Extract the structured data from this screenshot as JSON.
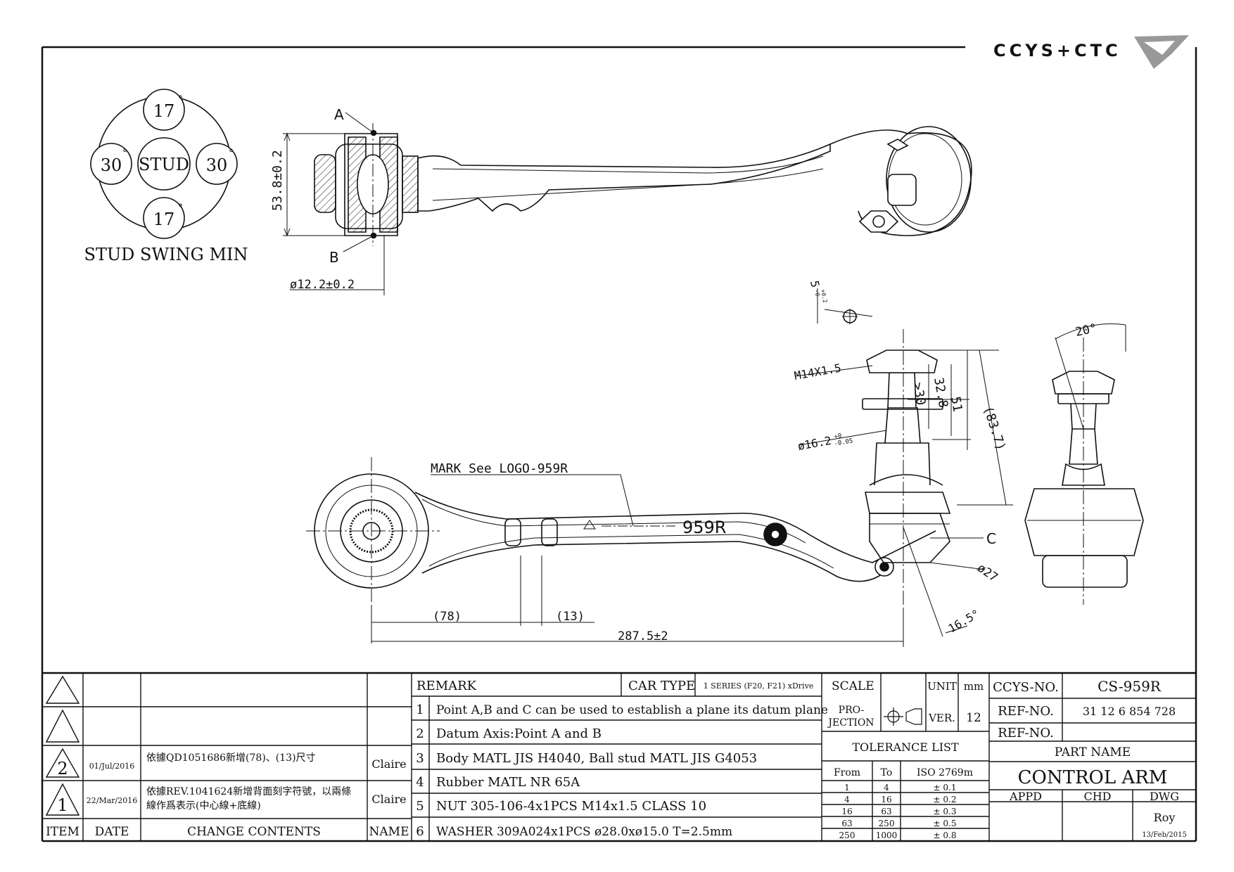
{
  "logo": {
    "text": "CCYS+CTC"
  },
  "stud_swing": {
    "top": "17",
    "bottom": "17",
    "left": "30",
    "right": "30",
    "center": "STUD",
    "degree": "°",
    "caption": "STUD SWING MIN"
  },
  "dims": {
    "point_a": "A",
    "point_b": "B",
    "point_c": "C",
    "height_53_8": "53.8±0.2",
    "dia_12_2": "ø12.2±0.2",
    "tol_5": "5",
    "tol_5_sup": "+0.2",
    "tol_5_sub": "-0",
    "m14": "M14X1.5",
    "gt30": ">30",
    "d32_8": "32.8",
    "d51": "51",
    "d83_7": "(83.7)",
    "dia16_2": "ø16.2",
    "dia16_2_sup": "+0",
    "dia16_2_sub": "-0.05",
    "mark": "MARK See LOGO-959R",
    "part_mark": "959R",
    "dia27": "ø27",
    "d78": "(78)",
    "d13": "(13)",
    "d287_5": "287.5±2",
    "ang16_5": "16.5°",
    "ang20": "20°"
  },
  "revisions": {
    "headers": {
      "item": "ITEM",
      "date": "DATE",
      "contents": "CHANGE CONTENTS",
      "name": "NAME"
    },
    "rows": [
      {
        "item": "2",
        "date": "01/Jul/2016",
        "contents": "依據QD1051686新增(78)、(13)尺寸",
        "name": "Claire"
      },
      {
        "item": "1",
        "date": "22/Mar/2016",
        "contents_line1": "依據REV.1041624新增背面刻字符號，以兩條",
        "contents_line2": "線作爲表示(中心線+底線)",
        "name": "Claire"
      }
    ]
  },
  "remarks": {
    "header": "REMARK",
    "car_type_label": "CAR TYPE",
    "car_type": "1 SERIES (F20, F21) xDrive",
    "items": [
      {
        "no": "1",
        "text": "Point A,B and C can be used to establish a plane its datum plane"
      },
      {
        "no": "2",
        "text": "Datum Axis:Point A and B"
      },
      {
        "no": "3",
        "text": "Body MATL JIS H4040, Ball stud MATL JIS G4053"
      },
      {
        "no": "4",
        "text": "Rubber MATL NR 65A"
      },
      {
        "no": "5",
        "text": "NUT 305-106-4x1PCS M14x1.5 CLASS 10"
      },
      {
        "no": "6",
        "text": "WASHER 309A024x1PCS ø28.0xø15.0 T=2.5mm"
      }
    ]
  },
  "title_block": {
    "scale": "SCALE",
    "unit": "UNIT",
    "unit_value": "mm",
    "projection_l1": "PRO-",
    "projection_l2": "JECTION",
    "ver_label": "VER.",
    "ver_value": "12",
    "tolerance_title": "TOLERANCE LIST",
    "tol_from": "From",
    "tol_to": "To",
    "tol_iso": "ISO 2769m",
    "tolerances": [
      {
        "from": "1",
        "to": "4",
        "tol": "± 0.1"
      },
      {
        "from": "4",
        "to": "16",
        "tol": "± 0.2"
      },
      {
        "from": "16",
        "to": "63",
        "tol": "± 0.3"
      },
      {
        "from": "63",
        "to": "250",
        "tol": "± 0.5"
      },
      {
        "from": "250",
        "to": "1000",
        "tol": "± 0.8"
      }
    ],
    "ccys_label": "CCYS-NO.",
    "ccys_value": "CS-959R",
    "ref1_label": "REF-NO.",
    "ref1_value": "31 12 6 854 728",
    "ref2_label": "REF-NO.",
    "ref2_value": "",
    "part_name_label": "PART NAME",
    "part_name": "CONTROL ARM",
    "appd": "APPD",
    "chd": "CHD",
    "dwg": "DWG",
    "drawer": "Roy",
    "drawn_date": "13/Feb/2015"
  }
}
